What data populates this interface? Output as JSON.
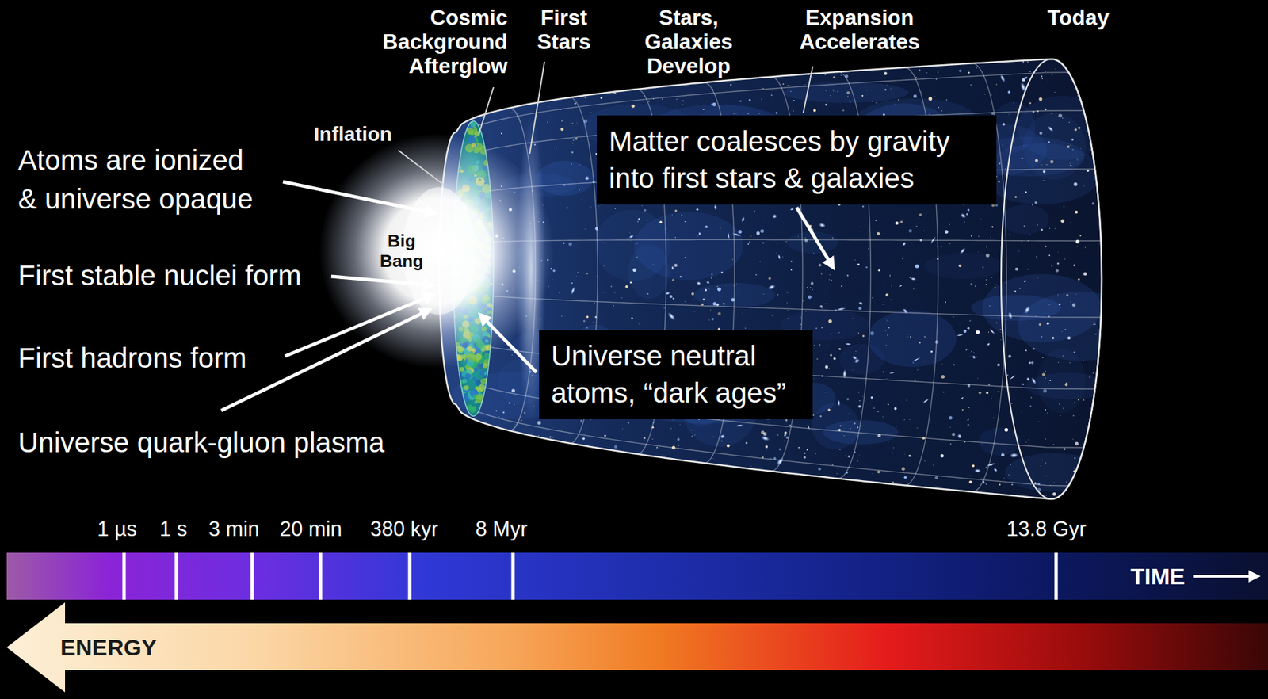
{
  "diagram": {
    "nodes": [
      {
        "text": [
          "Matter coalesces by gravity into first stars & galaxies"
        ]
      },
      {
        "text": [
          "Universe neutral atoms, “dark ages”"
        ]
      },
      {
        "text": [
          "TIME"
        ]
      },
      {
        "text": [
          "ENERGY"
        ]
      }
    ],
    "labels": [
      "Cosmic Background Afterglow",
      "First Stars",
      "Stars, Galaxies Develop",
      "Expansion Accelerates",
      "Today",
      "Inflation",
      "Big Bang",
      "Atoms are ionized & universe opaque",
      "First stable nuclei form",
      "First hadrons form",
      "Universe quark-gluon plasma",
      "1 µs",
      "1 s",
      "3 min",
      "20 min",
      "380 kyr",
      "8 Myr",
      "13.8 Gyr"
    ]
  }
}
